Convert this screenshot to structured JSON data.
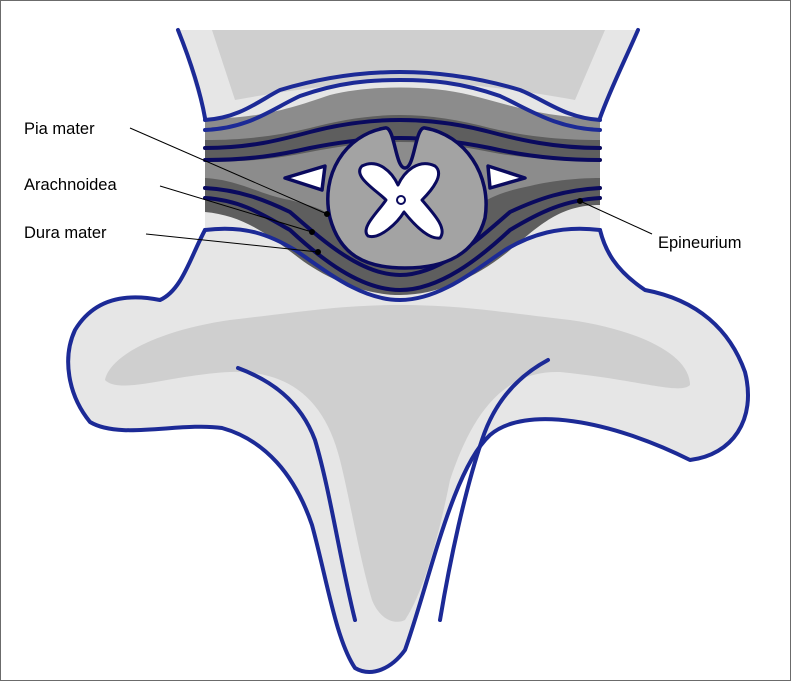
{
  "labels": {
    "pia_mater": "Pia mater",
    "arachnoidea": "Arachnoidea",
    "dura_mater": "Dura mater",
    "epineurium": "Epineurium"
  },
  "colors": {
    "bone_outer": "#e6e6e6",
    "bone_inner": "#cfcfcf",
    "bone_outline": "#1c2a96",
    "canal": "#8c8c8c",
    "subarachnoid": "#5e5e5e",
    "membrane": "#0a0a5e",
    "cord": "#a3a3a3",
    "gray_matter": "#ffffff",
    "leader": "#000000"
  }
}
